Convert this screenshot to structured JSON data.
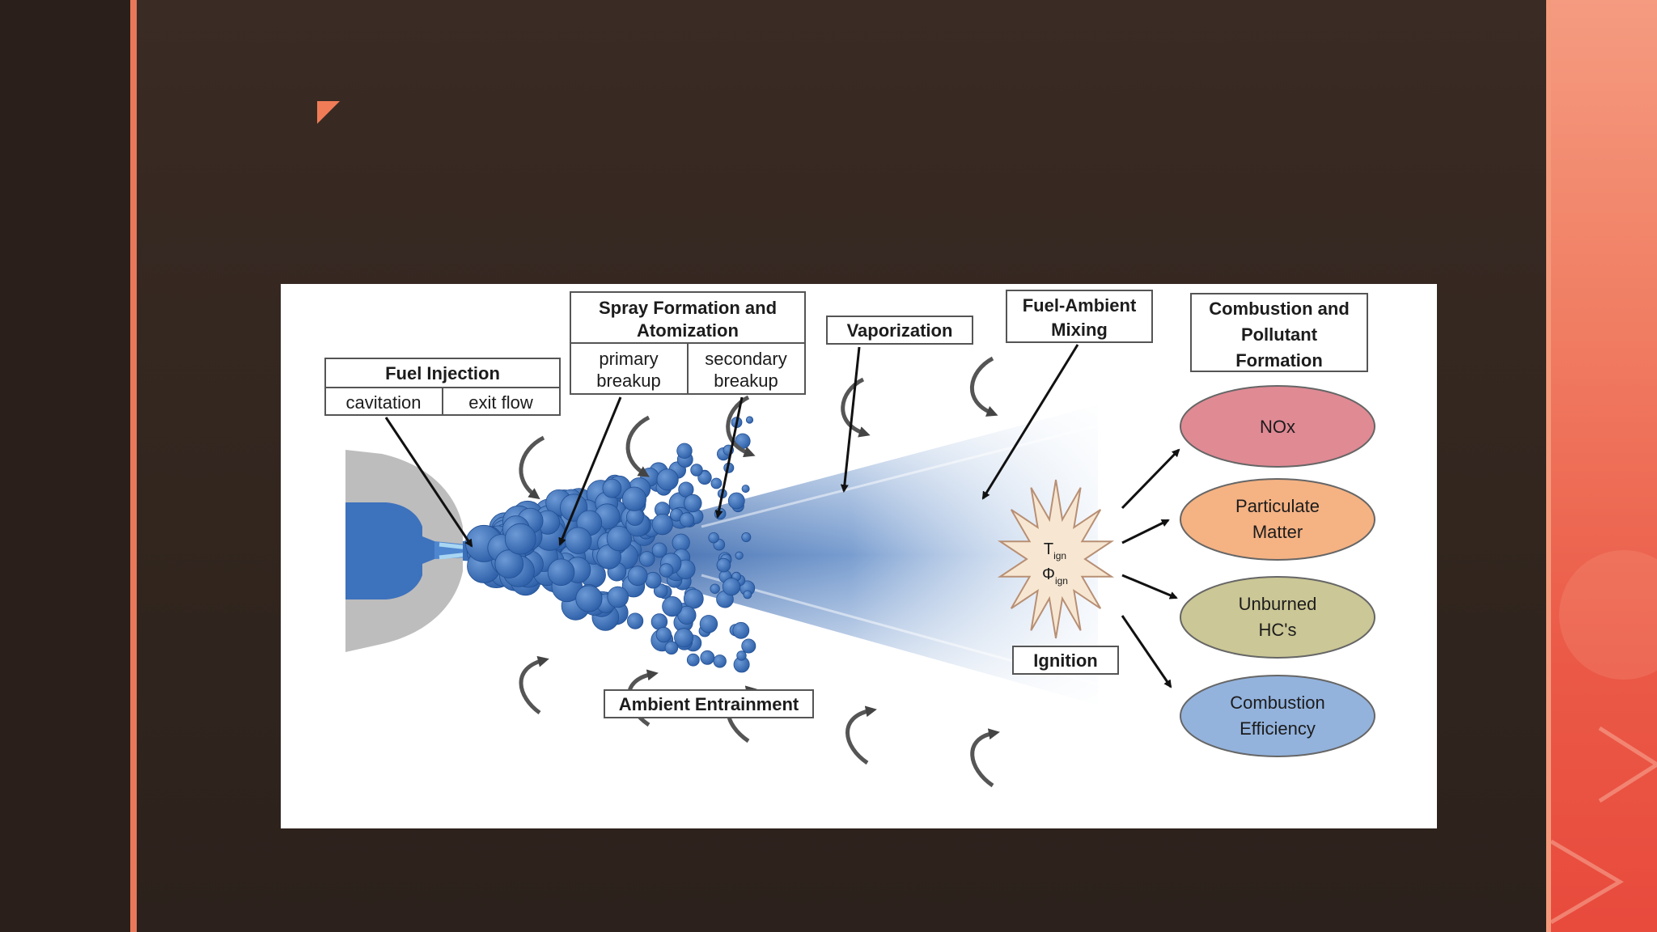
{
  "labels": {
    "fuel_injection": "Fuel Injection",
    "cavitation": "cavitation",
    "exit_flow": "exit flow",
    "spray_line1": "Spray Formation and",
    "spray_line2": "Atomization",
    "primary_line1": "primary",
    "primary_line2": "breakup",
    "secondary_line1": "secondary",
    "secondary_line2": "breakup",
    "vaporization": "Vaporization",
    "mixing_line1": "Fuel-Ambient",
    "mixing_line2": "Mixing",
    "combustion_line1": "Combustion and",
    "combustion_line2": "Pollutant",
    "combustion_line3": "Formation",
    "ignition": "Ignition",
    "ambient_entrainment": "Ambient Entrainment",
    "t_ign_main": "T",
    "t_ign_sub": "ign",
    "phi_ign_main": "Φ",
    "phi_ign_sub": "ign"
  },
  "outcomes": {
    "nox": "NOx",
    "pm_line1": "Particulate",
    "pm_line2": "Matter",
    "hc_line1": "Unburned",
    "hc_line2": "HC's",
    "eff_line1": "Combustion",
    "eff_line2": "Efficiency"
  },
  "colors": {
    "accent_orange": "#e9785a",
    "background_dark": "#2d231f",
    "nox_fill": "#e08a94",
    "pm_fill": "#f5b283",
    "hc_fill": "#cbc796",
    "eff_fill": "#93b3dd",
    "spray_blue": "#3a6fb8",
    "nozzle_gray": "#bdbdbd"
  }
}
